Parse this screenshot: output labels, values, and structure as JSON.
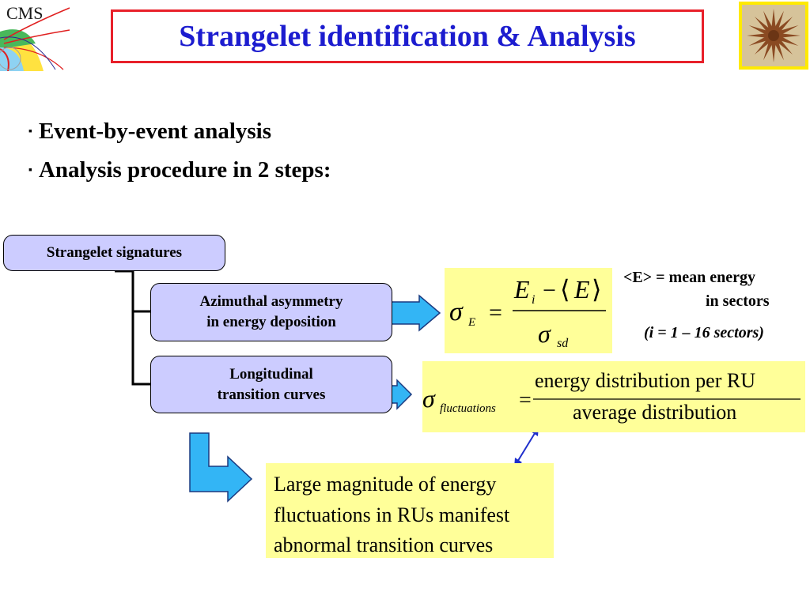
{
  "title": "Strangelet identification & Analysis",
  "logos": {
    "left": "CMS",
    "right": "star-pattern-image"
  },
  "bullets": [
    "Event-by-event analysis",
    "Analysis procedure in 2 steps:"
  ],
  "bullet_marker": "▪",
  "flow": {
    "root": "Strangelet signatures",
    "step1_line1": "Azimuthal asymmetry",
    "step1_line2": "in energy deposition",
    "step2_line1": "Longitudinal",
    "step2_line2": "transition curves"
  },
  "formula1": {
    "lhs_symbol": "σ",
    "lhs_sub": "E",
    "eq": "=",
    "num_E": "E",
    "num_i": "i",
    "num_minus": "−",
    "num_lang": "⟨",
    "num_E2": "E",
    "num_rang": "⟩",
    "den_symbol": "σ",
    "den_sub": "sd"
  },
  "formula2": {
    "lhs_symbol": "σ",
    "lhs_sub": "fluctuations",
    "eq": "=",
    "numerator": "energy distribution per RU",
    "denominator": "average distribution"
  },
  "annotations": {
    "mean_line1": "<E> = mean energy",
    "mean_line2": "in sectors",
    "range": "(i = 1 – 16 sectors)"
  },
  "note_lines": [
    "Large magnitude of energy",
    "fluctuations in RUs manifest",
    "abnormal transition curves"
  ],
  "colors": {
    "title_text": "#1c1ccf",
    "title_border": "#e8202a",
    "flow_box_fill": "#ccccff",
    "formula_fill": "#ffff99",
    "arrow_fill": "#33b5f5",
    "double_arrow": "#1f2fcc"
  }
}
